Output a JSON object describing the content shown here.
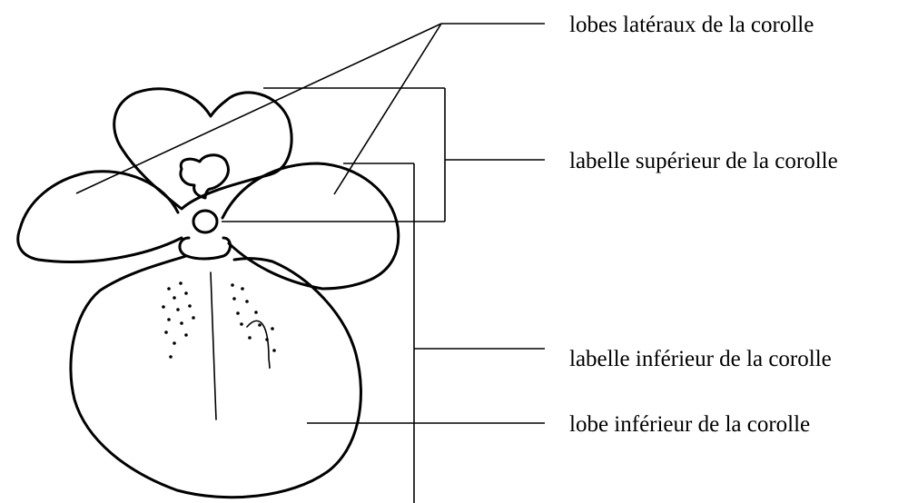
{
  "labels": {
    "lateral_lobes": "lobes latéraux de la corolle",
    "upper_lip": "labelle supérieur de la corolle",
    "lower_lip": "labelle inférieur de la corolle",
    "lower_lobe": "lobe inférieur de la corolle"
  },
  "style": {
    "ink_color": "#000000",
    "background_color": "#ffffff"
  }
}
